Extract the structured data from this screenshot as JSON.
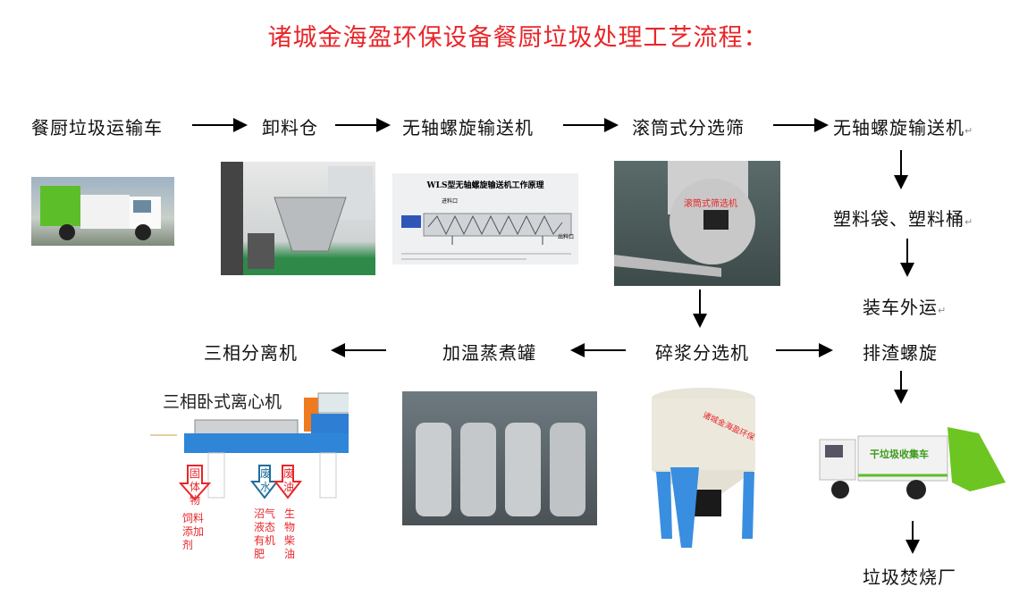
{
  "title": "诸城金海盈环保设备餐厨垃圾处理工艺流程：",
  "steps": {
    "truck_in": "餐厨垃圾运输车",
    "unload_bin": "卸料仓",
    "shaftless_conveyor_1": "无轴螺旋输送机",
    "drum_screen": "滚筒式分选筛",
    "shaftless_conveyor_2": "无轴螺旋输送机",
    "plastic": "塑料袋、塑料桶",
    "ship_out": "装车外运",
    "pulper": "碎浆分选机",
    "slag_screw": "排渣螺旋",
    "cooking_tank": "加温蒸煮罐",
    "three_phase": "三相分离机",
    "incinerator": "垃圾焚烧厂",
    "return_mark": "↵"
  },
  "images": {
    "conveyor_diagram": {
      "title": "WLS型无轴螺旋输送机工作原理",
      "inlet": "进料口",
      "outlet": "出料口"
    },
    "drum_screen_photo": {
      "label": "滚筒式筛选机"
    },
    "centrifuge": {
      "title": "三相卧式离心机",
      "solid": "固体物",
      "solid_use": [
        "饲料",
        "添加",
        "剂"
      ],
      "water": "废水",
      "water_use": [
        "沼气",
        "液态",
        "有机",
        "肥"
      ],
      "oil": "废油",
      "oil_use": [
        "生物",
        "柴油"
      ]
    },
    "pulper_photo": {
      "brand": "诸城金海盈环保"
    },
    "garbage_truck": {
      "label": "干垃圾收集车"
    }
  },
  "colors": {
    "title": "#e8262a",
    "arrow": "#000000",
    "equipment_blue": "#2f7fd6",
    "truck_green": "#6cc520"
  }
}
